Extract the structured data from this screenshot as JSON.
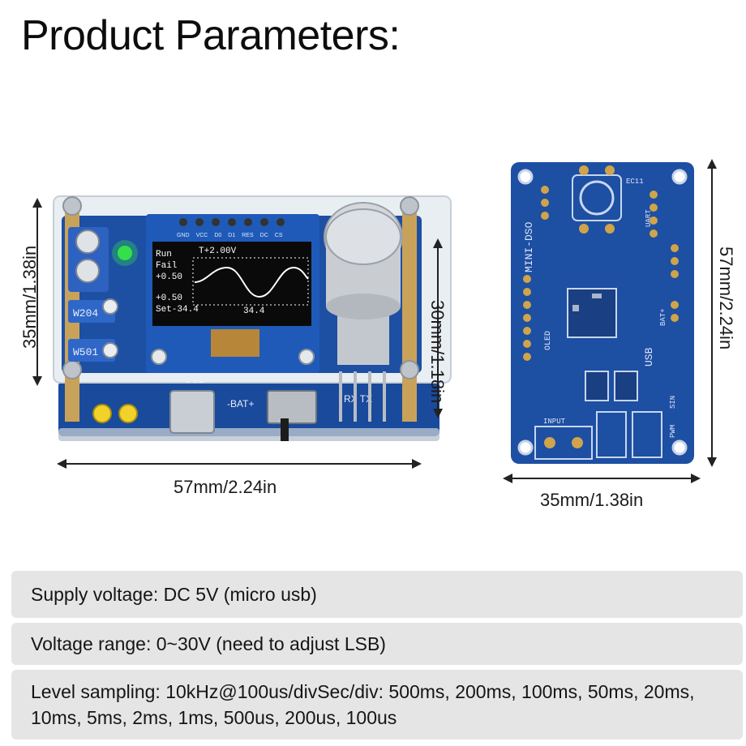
{
  "title": "Product Parameters:",
  "dimensions": {
    "assembled_width": "57mm/2.24in",
    "assembled_height_left": "35mm/1.38in",
    "assembled_height_right": "30mm/1.18in",
    "board_width": "35mm/1.38in",
    "board_height": "57mm/2.24in"
  },
  "module": {
    "screen_lines": [
      "Run",
      "Fail",
      "+0.50",
      "+0.50",
      "Set-34.4"
    ],
    "screen_trigger": "T+2.00V",
    "screen_bottom": "34.4",
    "pin_labels": [
      "GND",
      "VCC",
      "D0",
      "D1",
      "RES",
      "DC",
      "CS"
    ],
    "port_label": "USB",
    "bat_label": "-BAT+",
    "uart_label": "RX TX",
    "pot_labels": [
      "W204",
      "W501"
    ]
  },
  "board": {
    "name_label": "MINI-DSO",
    "oled_label": "OLED",
    "uart_label": "UART",
    "usb_label": "USB",
    "input_label": "INPUT",
    "bat_label": "BAT+",
    "sin_label": "SIN",
    "pwm_label": "PWM",
    "ec11_label": "EC11"
  },
  "params": [
    "Supply voltage: DC 5V (micro usb)",
    "Voltage range: 0~30V (need to adjust LSB)",
    "Level sampling: 10kHz@100us/divSec/div: 500ms, 200ms, 100ms, 50ms, 20ms, 10ms, 5ms, 2ms, 1ms, 500us, 200us, 100us"
  ],
  "colors": {
    "pcb_blue": "#1d4fa3",
    "pcb_blue_dark": "#133a7d",
    "acrylic": "#e8edf2",
    "screen_bg": "#0a0a0a",
    "led_green": "#35e04a",
    "knob_silver": "#c9cdd2",
    "param_bg": "#e5e5e5"
  }
}
